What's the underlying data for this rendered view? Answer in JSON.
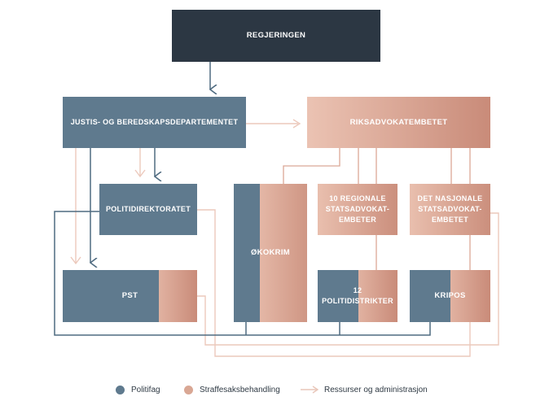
{
  "nodes": {
    "regjeringen": "REGJERINGEN",
    "justis": "JUSTIS- OG BEREDSKAPSDEPARTEMENTET",
    "riksadvokat": "RIKSADVOKATEMBETET",
    "politidirektoratet": "POLITIDIREKTORATET",
    "okokrim": "ØKOKRIM",
    "regionale": "10 REGIONALE\nSTATSADVOKAT-\nEMBETER",
    "nasjonale": "DET NASJONALE\nSTATSADVOKAT-\nEMBETET",
    "pst": "PST",
    "politidistrikter": "12\nPOLITIDISTRIKTER",
    "kripos": "KRIPOS"
  },
  "legend": {
    "politifag": "Politifag",
    "straffesak": "Straffesaksbehandling",
    "ressurser": "Ressurser og administrasjon"
  },
  "colors": {
    "politifag": "#5f7a8e",
    "straffesak": "#d9a794",
    "regjeringen": "#2c3743",
    "ressurser_line": "#e9c6b9"
  }
}
